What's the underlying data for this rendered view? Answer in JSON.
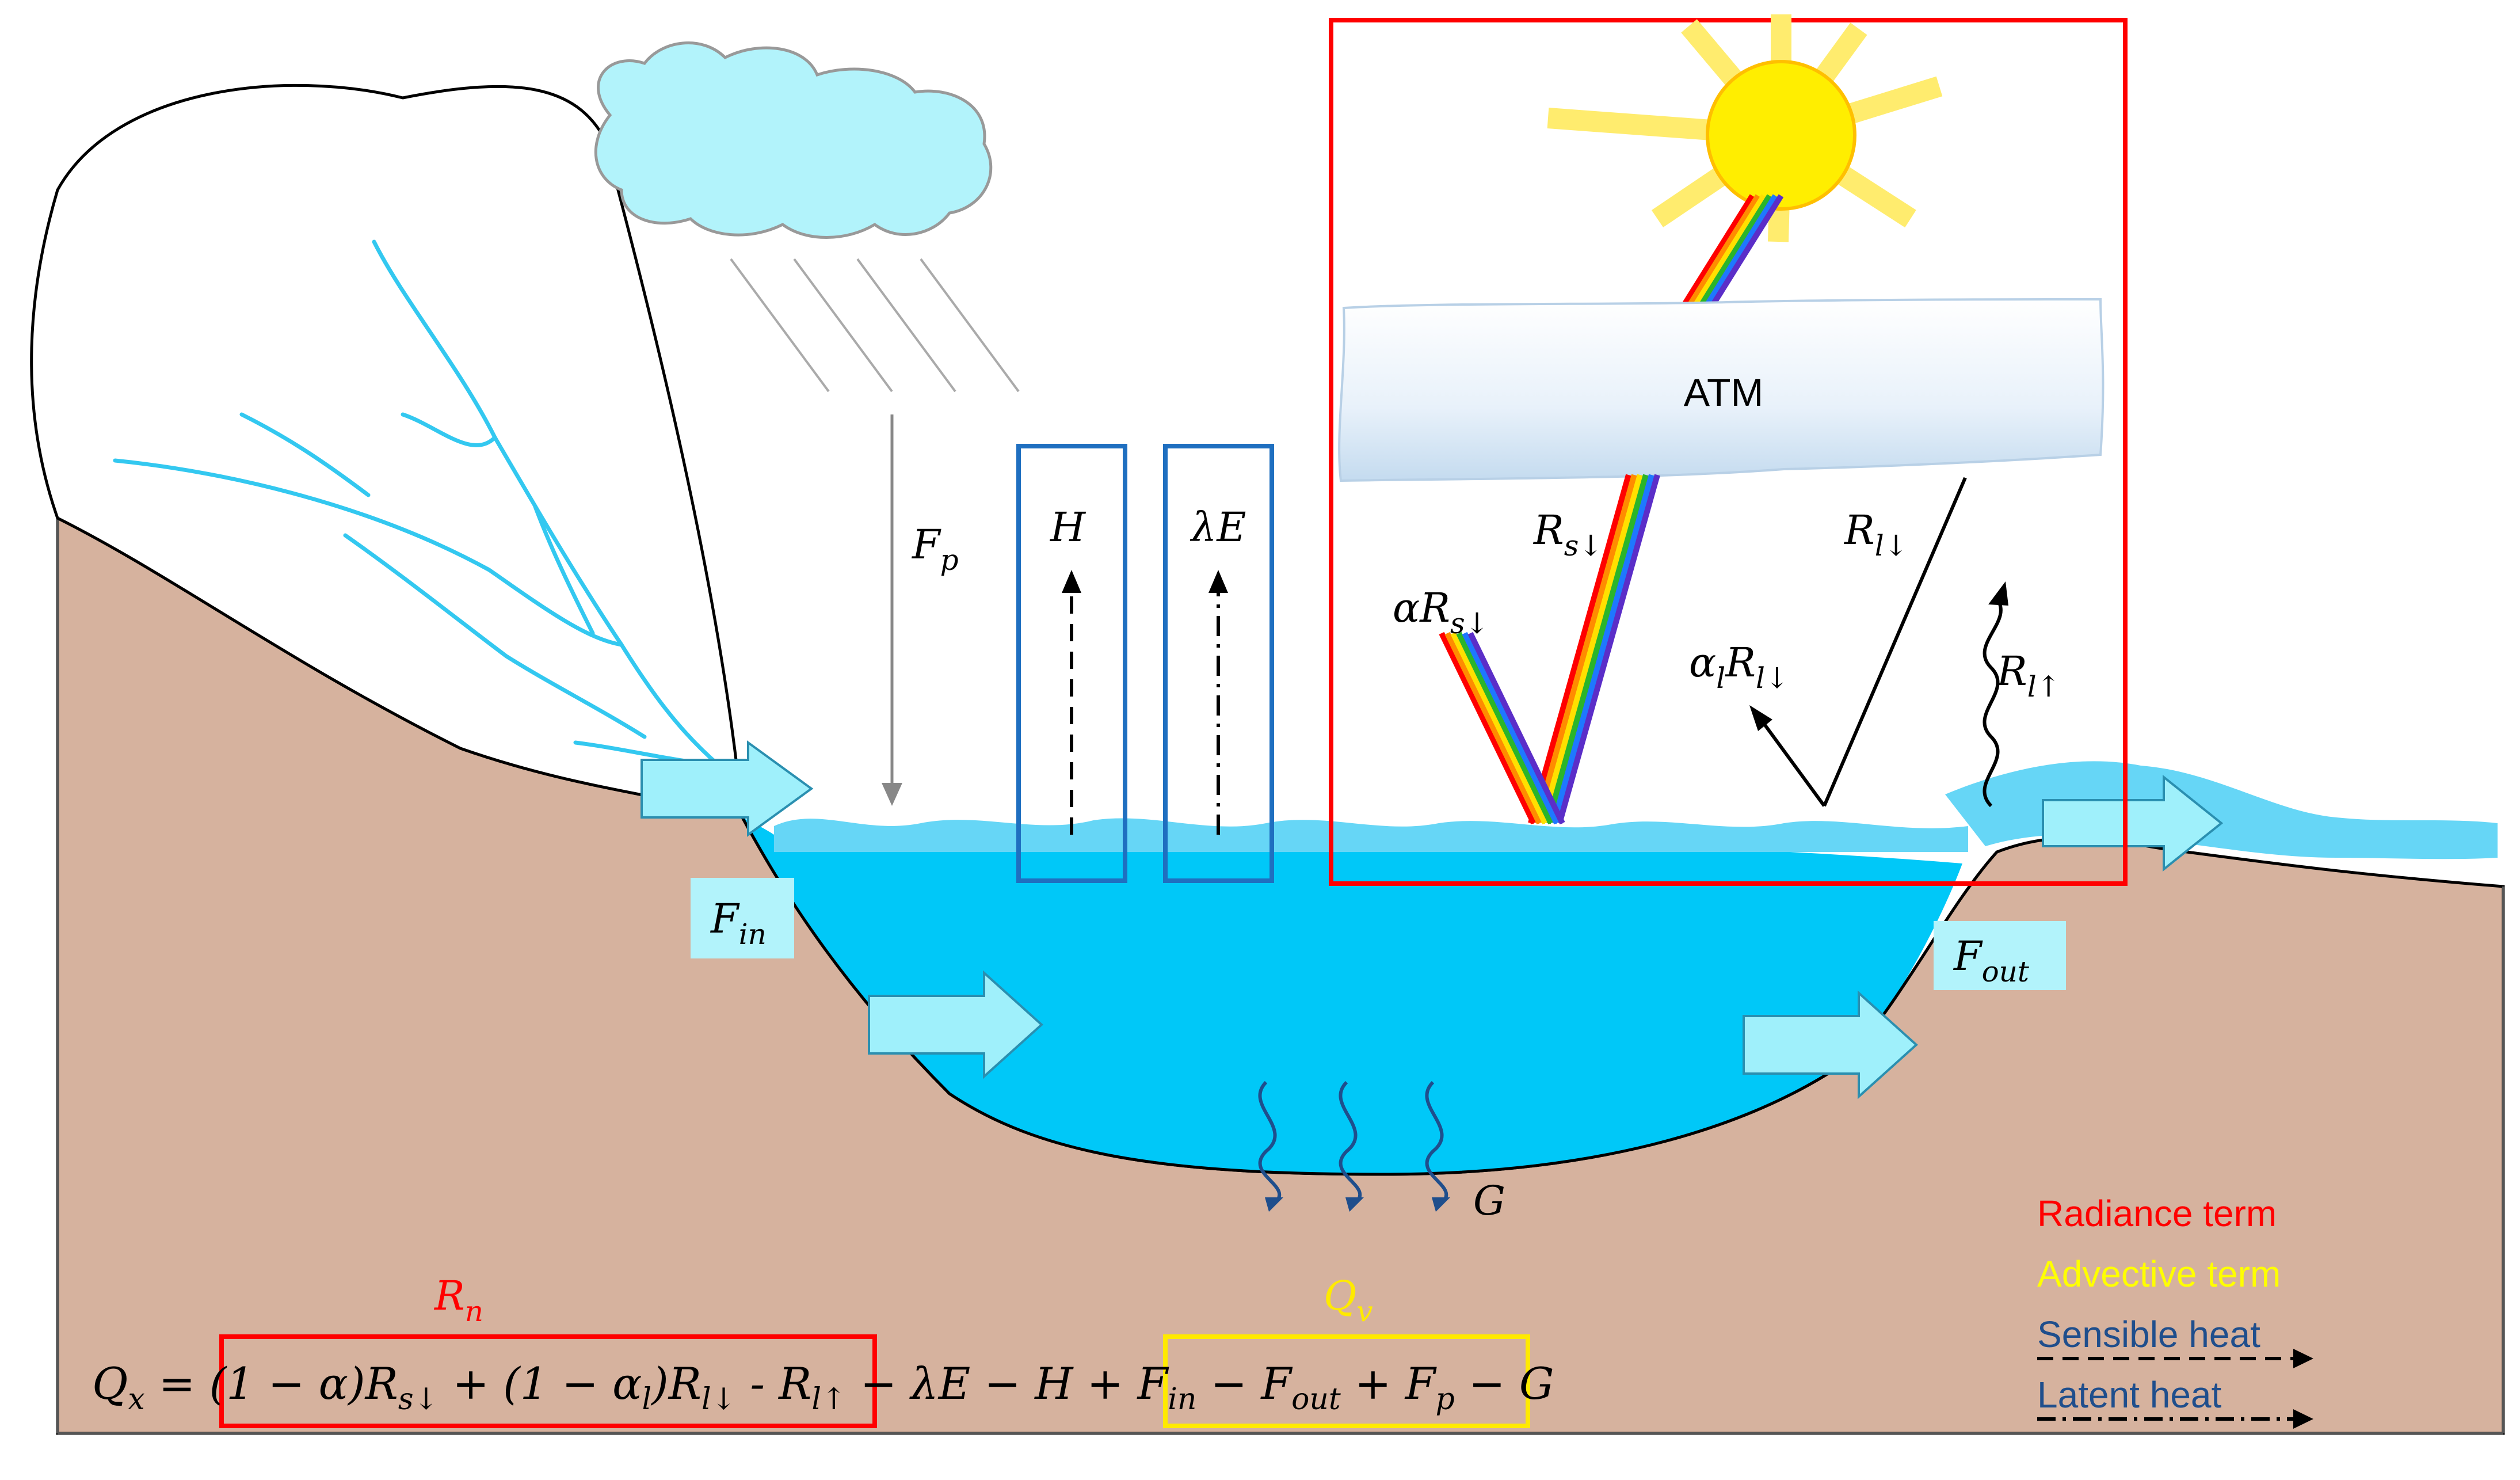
{
  "labels": {
    "fp": "F",
    "fp_sub": "p",
    "h": "H",
    "le": "λE",
    "atm": "ATM",
    "rs_down": "R",
    "rs_down_sub": "s↓",
    "alpha_rs": "αR",
    "alpha_rs_sub": "s↓",
    "rl_down": "R",
    "rl_down_sub": "l↓",
    "alpha_l": "α",
    "alpha_l_sub": "l",
    "alpha_l_r": "R",
    "alpha_l_r_sub": "l↓",
    "rl_up": "R",
    "rl_up_sub": "l↑",
    "fin": "F",
    "fin_sub": "in",
    "fout": "F",
    "fout_sub": "out",
    "g": "G",
    "rn": "R",
    "rn_sub": "n",
    "qv": "Q",
    "qv_sub": "v"
  },
  "equation": {
    "qx": "Q",
    "qx_sub": "x",
    "eq": " = ",
    "t1": "(1 − α)R",
    "t1_sub": "s↓",
    "t2": " + (1 − α",
    "t2_sub": "l",
    "t3": ")R",
    "t3_sub": "l↓",
    "t4": " - R",
    "t4_sub": "l↑",
    "mid": " − λE − H + ",
    "f1": "F",
    "f1_sub": "in",
    "f2": " − F",
    "f2_sub": "out",
    "f3": " + F",
    "f3_sub": "p",
    "end": " − G"
  },
  "legend": {
    "radiance": "Radiance term",
    "advective": "Advective term",
    "sensible": "Sensible heat",
    "latent": "Latent heat"
  },
  "colors": {
    "radiance": "#ff0000",
    "advective": "#ffff00",
    "heat": "#1f4e8c",
    "soil": "#d6b29e",
    "water": "#00c8f8",
    "flux_box": "#1f6fc0",
    "arrow_fill": "#9ff0fb"
  }
}
